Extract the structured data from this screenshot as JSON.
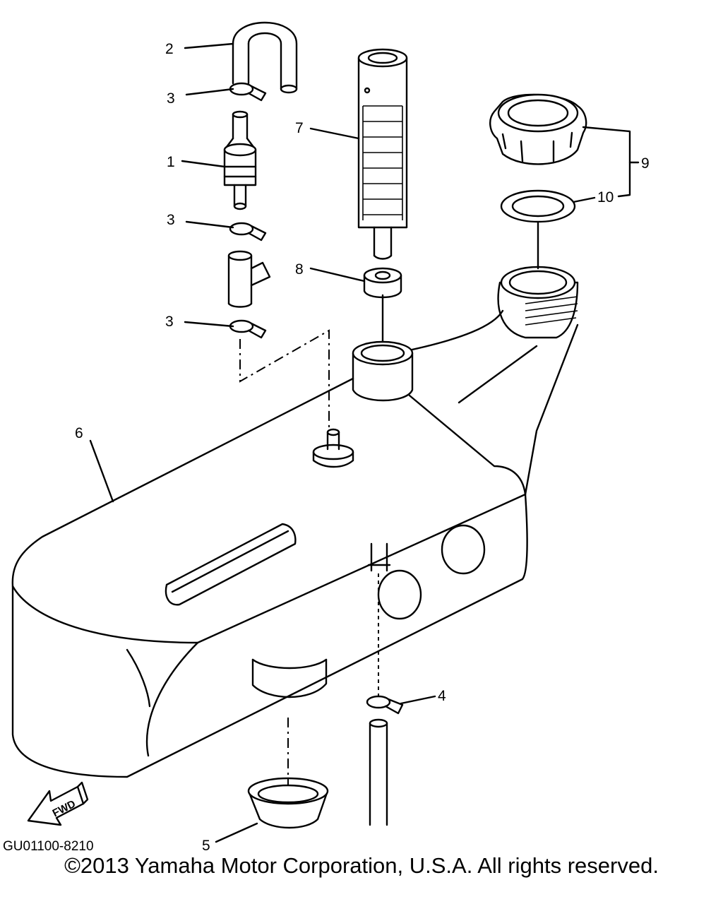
{
  "diagram": {
    "callouts": [
      {
        "id": "filter",
        "number": "1"
      },
      {
        "id": "hose-bent",
        "number": "2"
      },
      {
        "id": "clip-upper",
        "number": "3"
      },
      {
        "id": "clip-middle",
        "number": "3"
      },
      {
        "id": "clip-lower",
        "number": "3"
      },
      {
        "id": "clip-bottom",
        "number": "4"
      },
      {
        "id": "grommet",
        "number": "5"
      },
      {
        "id": "tank",
        "number": "6"
      },
      {
        "id": "strainer",
        "number": "7"
      },
      {
        "id": "seal",
        "number": "8"
      },
      {
        "id": "cap-assy",
        "number": "9"
      },
      {
        "id": "gasket",
        "number": "10"
      }
    ],
    "fwd_label": "FWD",
    "figure_code": "GU01100-8210"
  },
  "footer": {
    "copyright": "©2013 Yamaha Motor Corporation, U.S.A. All rights reserved."
  }
}
